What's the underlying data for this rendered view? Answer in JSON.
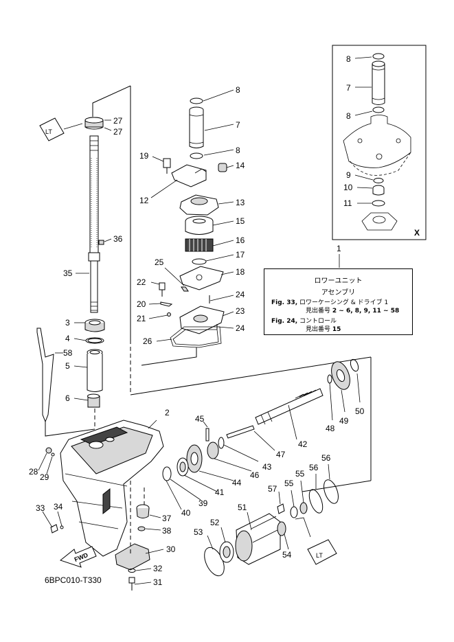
{
  "figure": {
    "code": "6BPC010-T330",
    "fwd_label": "FWD",
    "inset_label": "X",
    "lube_symbol": "LT"
  },
  "legend": {
    "callout": "1",
    "title_line1": "ロワーユニット",
    "title_line2": "アセンブリ",
    "ref1_fig": "Fig. 33,",
    "ref1_text": "ロワーケーシング & ドライブ 1",
    "ref1_sub_label": "見出番号",
    "ref1_sub_numbers": "2 ~ 6, 8, 9, 11 ~ 58",
    "ref2_fig": "Fig. 24,",
    "ref2_text": "コントロール",
    "ref2_sub_label": "見出番号",
    "ref2_sub_numbers": "15"
  },
  "callouts": {
    "c2": "2",
    "c3": "3",
    "c4": "4",
    "c5": "5",
    "c6": "6",
    "c7a": "7",
    "c7b": "7",
    "c8a": "8",
    "c8b": "8",
    "c8c": "8",
    "c8d": "8",
    "c9": "9",
    "c10": "10",
    "c11": "11",
    "c12": "12",
    "c13": "13",
    "c14": "14",
    "c15": "15",
    "c16": "16",
    "c17": "17",
    "c18": "18",
    "c19": "19",
    "c20": "20",
    "c21": "21",
    "c22": "22",
    "c23": "23",
    "c24a": "24",
    "c24b": "24",
    "c25": "25",
    "c26": "26",
    "c27a": "27",
    "c27b": "27",
    "c28": "28",
    "c29": "29",
    "c30": "30",
    "c31": "31",
    "c32": "32",
    "c33": "33",
    "c34": "34",
    "c35": "35",
    "c36": "36",
    "c37": "37",
    "c38": "38",
    "c39": "39",
    "c40": "40",
    "c41": "41",
    "c42": "42",
    "c43": "43",
    "c44": "44",
    "c45": "45",
    "c46": "46",
    "c47": "47",
    "c48": "48",
    "c49": "49",
    "c50": "50",
    "c51": "51",
    "c52": "52",
    "c53": "53",
    "c54": "54",
    "c55a": "55",
    "c55b": "55",
    "c56a": "56",
    "c56b": "56",
    "c57": "57",
    "c58": "58"
  }
}
